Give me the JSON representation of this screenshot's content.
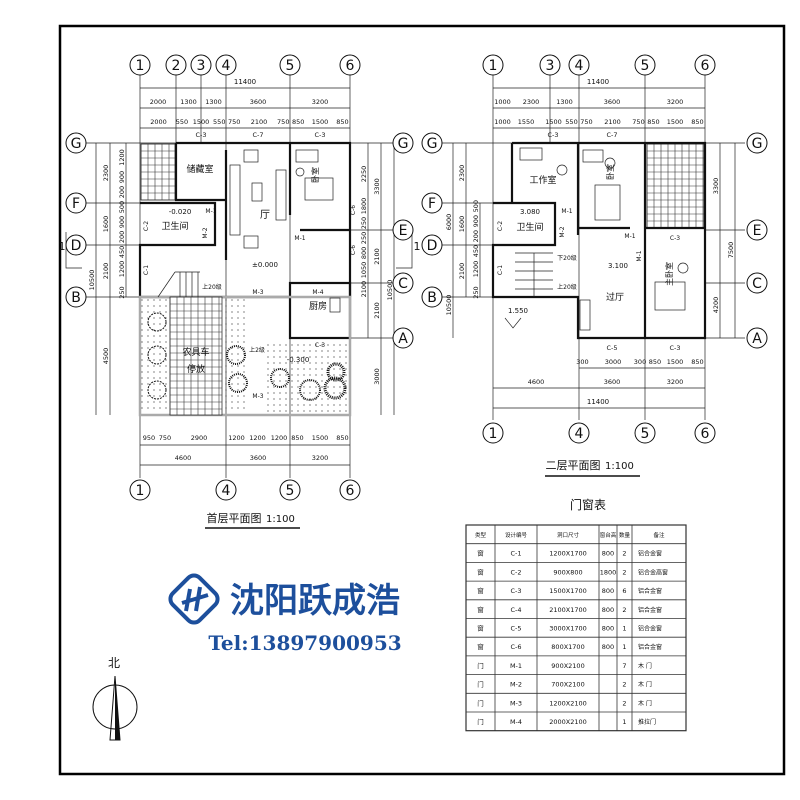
{
  "brand": {
    "name": "沈阳跃成浩",
    "tel": "Tel:13897900953",
    "color": "#1d4f9c"
  },
  "axes": {
    "cols_first": [
      "1",
      "2",
      "3",
      "4",
      "5",
      "6"
    ],
    "cols_first_bottom": [
      "1",
      "4",
      "5",
      "6"
    ],
    "cols_second_top": [
      "1",
      "3",
      "4",
      "5",
      "6"
    ],
    "cols_second_bottom": [
      "1",
      "4",
      "5",
      "6"
    ],
    "rows_first_left": [
      "G",
      "F",
      "D",
      "B"
    ],
    "rows_first_right": [
      "G",
      "E",
      "C",
      "A"
    ],
    "rows_second_left": [
      "G",
      "F",
      "D",
      "B"
    ],
    "rows_second_right": [
      "G",
      "E",
      "C",
      "A"
    ],
    "section_mark": "1"
  },
  "first_floor": {
    "title": "首层平面图",
    "scale": "1:100",
    "dims_top_total": "11400",
    "dims_top_axes": [
      "2000",
      "1300",
      "1300",
      "3600",
      "3200"
    ],
    "dims_top_detail": [
      "2000",
      "550",
      "1500",
      "550",
      "750",
      "2100",
      "750",
      "850",
      "1500",
      "850"
    ],
    "windows_top": [
      "C-3",
      "C-7",
      "C-3"
    ],
    "dims_left_outer": [
      "10500"
    ],
    "dims_left_mid": [
      "2300",
      "1600",
      "2100",
      "4500"
    ],
    "dims_left_inner": [
      "1200",
      "900",
      "200",
      "500",
      "900",
      "200",
      "450",
      "1200",
      "250"
    ],
    "dims_right_inner": [
      "2250",
      "1800",
      "250",
      "250",
      "800",
      "1050",
      "2100"
    ],
    "dims_right_mid": [
      "3300",
      "2100",
      "2100",
      "3000"
    ],
    "dims_right_outer": [
      "10500"
    ],
    "dims_bottom_detail": [
      "950",
      "750",
      "2900",
      "1200",
      "1200",
      "1200",
      "850",
      "1500",
      "850"
    ],
    "dims_bottom_axes": [
      "4600",
      "3600",
      "3200"
    ],
    "rooms": {
      "storage": "储藏室",
      "bathroom": "卫生间",
      "hall": "厅",
      "bedroom": "卧室",
      "kitchen": "厨房",
      "garage_1": "农具车",
      "garage_2": "停放"
    },
    "levels": {
      "bath": "-0.020",
      "hall": "±0.000",
      "yard": "-0.300"
    },
    "stairs": {
      "up20": "上20级",
      "up2": "上2级"
    },
    "tags": {
      "m1a": "M-1",
      "m1b": "M-1",
      "m2": "M-2",
      "m3a": "M-3",
      "m3b": "M-3",
      "m4": "M-4",
      "c1": "C-1",
      "c2": "C-2",
      "c6a": "C-6",
      "c6b": "C-6",
      "c3": "C-3"
    }
  },
  "second_floor": {
    "title": "二层平面图",
    "scale": "1:100",
    "dims_top_total": "11400",
    "dims_top_axes": [
      "1000",
      "2300",
      "1300",
      "3600",
      "3200"
    ],
    "dims_top_detail": [
      "1000",
      "1550",
      "1500",
      "550",
      "750",
      "2100",
      "750",
      "850",
      "1500",
      "850"
    ],
    "windows_top": [
      "C-3",
      "C-7"
    ],
    "dims_left_outer": [
      "10500"
    ],
    "dims_left_mid": [
      "2300",
      "6000",
      "2100"
    ],
    "dims_left_inner": [
      "500",
      "900",
      "200",
      "450",
      "1200",
      "250",
      "1600"
    ],
    "dims_right": [
      "3300",
      "7500",
      "4200"
    ],
    "dims_bottom_detail": [
      "300",
      "3000",
      "300",
      "850",
      "1500",
      "850"
    ],
    "windows_bottom": [
      "C-5",
      "C-3"
    ],
    "dims_bottom_axes": [
      "4600",
      "3600",
      "3200"
    ],
    "dims_bottom_total": "11400",
    "rooms": {
      "study": "工作室",
      "bathroom": "卫生间",
      "bedroom": "卧室",
      "master": "主卧室",
      "lobby": "过厅"
    },
    "levels": {
      "bath": "3.080",
      "lobby": "3.100",
      "landing": "1.550"
    },
    "stairs": {
      "down20": "下20级",
      "up20": "上20级"
    },
    "tags": {
      "m1a": "M-1",
      "m1b": "M-1",
      "m1c": "M-1",
      "m2": "M-2",
      "c1": "C-1",
      "c2": "C-2",
      "c3": "C-3"
    }
  },
  "door_window_table": {
    "title": "门窗表",
    "headers": [
      "类型",
      "设计编号",
      "洞口尺寸",
      "窗台高",
      "数量",
      "备注"
    ],
    "rows": [
      [
        "窗",
        "C-1",
        "1200X1700",
        "800",
        "2",
        "铝合金窗"
      ],
      [
        "窗",
        "C-2",
        "900X800",
        "1800",
        "2",
        "铝合金高窗"
      ],
      [
        "窗",
        "C-3",
        "1500X1700",
        "800",
        "6",
        "铝合金窗"
      ],
      [
        "窗",
        "C-4",
        "2100X1700",
        "800",
        "2",
        "铝合金窗"
      ],
      [
        "窗",
        "C-5",
        "3000X1700",
        "800",
        "1",
        "铝合金窗"
      ],
      [
        "窗",
        "C-6",
        "800X1700",
        "800",
        "1",
        "铝合金窗"
      ],
      [
        "门",
        "M-1",
        "900X2100",
        "",
        "7",
        "木 门"
      ],
      [
        "门",
        "M-2",
        "700X2100",
        "",
        "2",
        "木 门"
      ],
      [
        "门",
        "M-3",
        "1200X2100",
        "",
        "2",
        "木 门"
      ],
      [
        "门",
        "M-4",
        "2000X2100",
        "",
        "1",
        "推拉门"
      ]
    ]
  },
  "north": {
    "label": "北"
  }
}
